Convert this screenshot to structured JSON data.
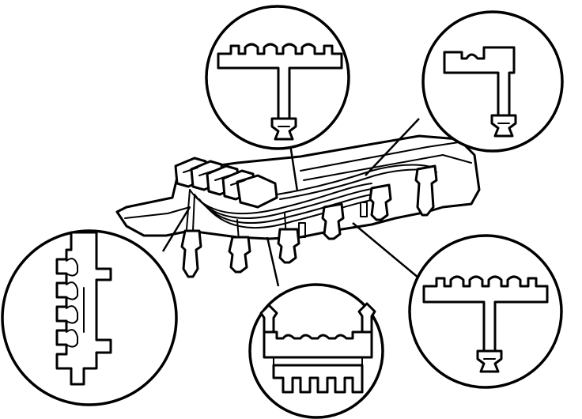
{
  "diagram": {
    "type": "technical-line-drawing",
    "subject": "ignition-cable-clamp-locations",
    "colors": {
      "line": "#000000",
      "background": "#ffffff"
    },
    "callouts": [
      {
        "id": "top-center",
        "icon": "four-slot-clamp"
      },
      {
        "id": "top-right",
        "icon": "single-slot-clamp"
      },
      {
        "id": "left",
        "icon": "vertical-multi-slot-clamp"
      },
      {
        "id": "bottom-center",
        "icon": "double-row-clamp"
      },
      {
        "id": "bottom-right",
        "icon": "four-slot-clamp"
      }
    ]
  }
}
